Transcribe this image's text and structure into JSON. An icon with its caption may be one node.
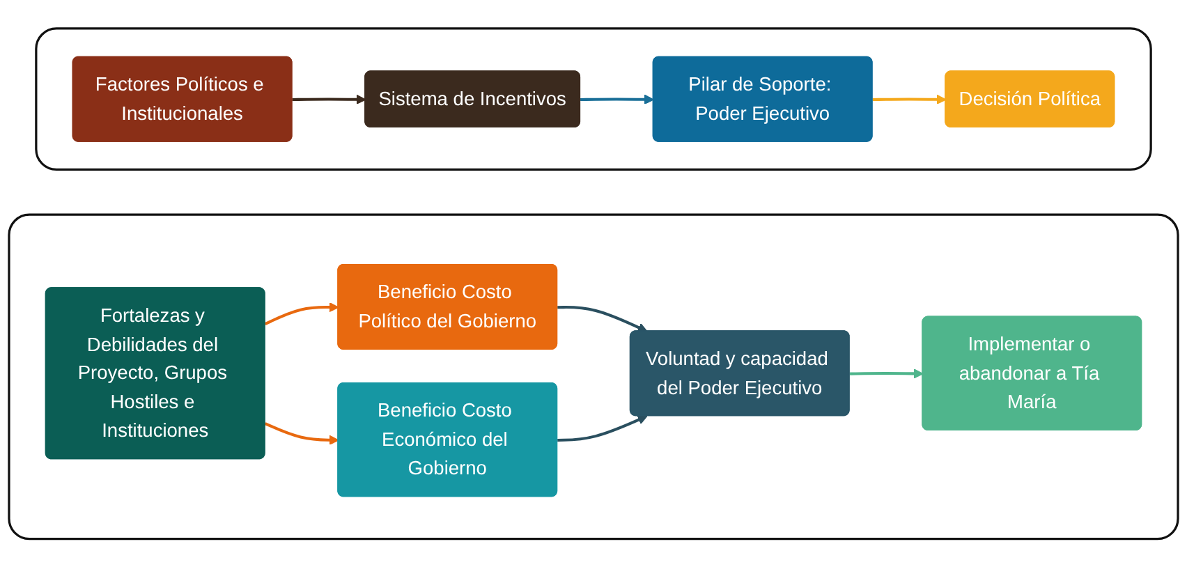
{
  "diagram": {
    "nodes": [
      {
        "text": [],
        "shape": "box"
      },
      {
        "text": [
          "Factores Políticos e Institucionales"
        ],
        "in": 0
      },
      {
        "text": [
          "Sistema de Incentivos"
        ],
        "in": 0
      },
      {
        "text": [
          "Pilar de Soporte: Poder Ejecutivo"
        ],
        "in": 0
      },
      {
        "text": [
          "Decisión Política"
        ],
        "in": 0
      },
      {
        "text": [],
        "shape": "box"
      },
      {
        "text": [
          "Fortalezas y Debilidades del Proyecto, Grupos Hostiles e Instituciones"
        ],
        "in": 5
      },
      {
        "text": [
          "Beneficio Costo Político del Gobierno"
        ],
        "in": 5
      },
      {
        "text": [
          "Beneficio Costo Económico del Gobierno"
        ],
        "in": 5
      },
      {
        "text": [
          "Voluntad y capacidad del Poder Ejecutivo"
        ],
        "in": 5
      },
      {
        "text": [
          "Implementar o abandonar a Tía María"
        ],
        "in": 5
      }
    ],
    "edges": [
      {
        "from": 1,
        "to": 2,
        "arrow": "to",
        "color": "#3b2a1e"
      },
      {
        "from": 2,
        "to": 3,
        "arrow": "to",
        "color": "#1a6f98"
      },
      {
        "from": 3,
        "to": 4,
        "arrow": "to",
        "color": "#f4a81c"
      },
      {
        "from": 6,
        "to": 7,
        "arrow": "to",
        "color": "#e8690f"
      },
      {
        "from": 6,
        "to": 8,
        "arrow": "to",
        "color": "#e8690f"
      },
      {
        "from": 7,
        "to": 9,
        "arrow": "to",
        "color": "#2a4f5f"
      },
      {
        "from": 8,
        "to": 9,
        "arrow": "to",
        "color": "#2a4f5f"
      },
      {
        "from": 9,
        "to": 10,
        "arrow": "to",
        "color": "#4fb58c"
      }
    ]
  }
}
